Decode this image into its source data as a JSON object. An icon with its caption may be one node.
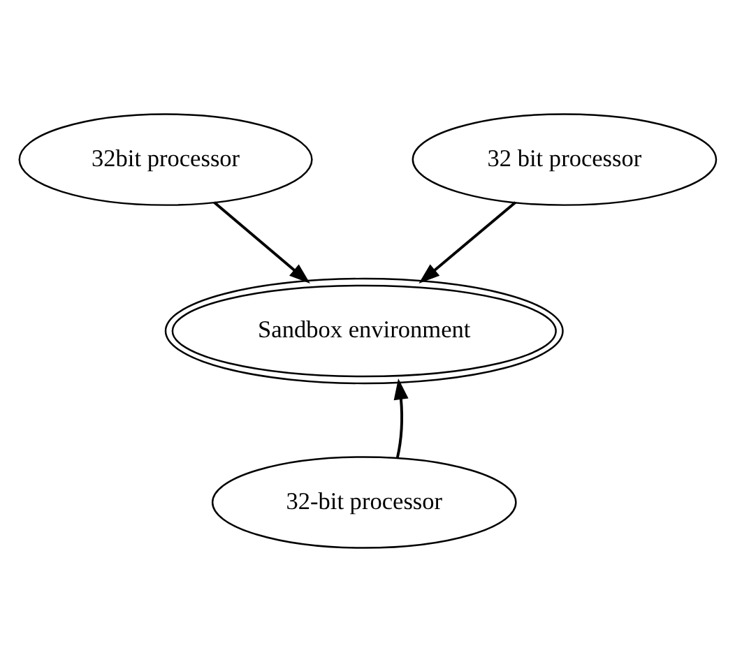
{
  "diagram": {
    "nodes": [
      {
        "text": [
          "32bit processor"
        ]
      },
      {
        "text": [
          "32 bit processor"
        ]
      },
      {
        "text": [
          "Sandbox environment"
        ]
      },
      {
        "text": [
          "32-bit processor"
        ]
      }
    ],
    "edges": [
      {
        "from": 0,
        "to": 2,
        "arrow": "to"
      },
      {
        "from": 1,
        "to": 2,
        "arrow": "to"
      },
      {
        "from": 3,
        "to": 2,
        "arrow": "to"
      }
    ]
  }
}
